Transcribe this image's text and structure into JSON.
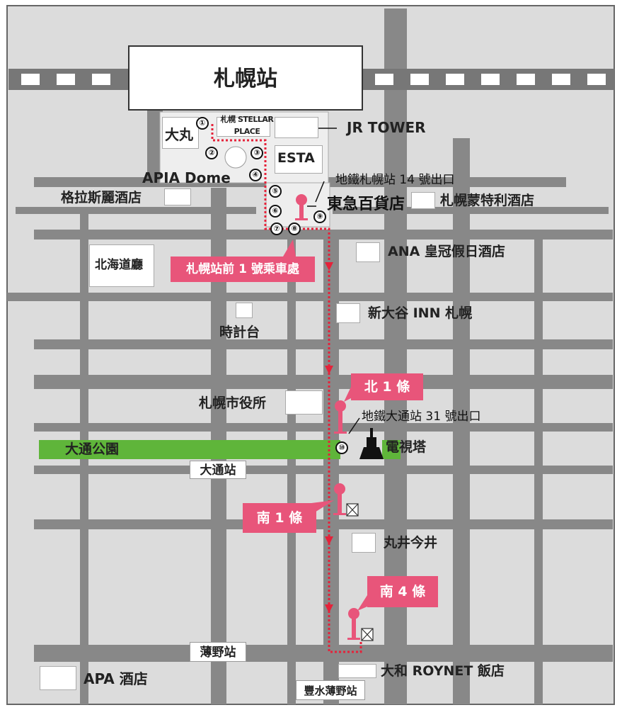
{
  "stations": {
    "sapporo": "札幌站",
    "odori": "大通站",
    "susukino": "薄野站",
    "hosui_susukino": "豐水薄野站"
  },
  "buildings": {
    "daimaru": "大丸",
    "stellar_place": "札幌 STELLAR PLACE",
    "jr_tower": "JR TOWER",
    "esta": "ESTA",
    "apia_dome": "APIA Dome",
    "tokyu": "東急百貨店",
    "granvista": "格拉斯麗酒店",
    "montrey": "札幌蒙特利酒店",
    "ana": "ANA 皇冠假日酒店",
    "hokkaido_office": "北海道廳",
    "new_otani": "新大谷 INN 札幌",
    "clock_tower": "時計台",
    "city_hall": "札幌市役所",
    "tv_tower": "電視塔",
    "odori_park": "大通公園",
    "marui": "丸井今井",
    "apa": "APA 酒店",
    "daiwa": "大和 ROYNET 飯店"
  },
  "callouts": {
    "subway_exit_14": "地鐵札幌站 14 號出口",
    "subway_exit_31": "地鐵大通站 31 號出口"
  },
  "stops": {
    "sapporo_ekimae_1": "札幌站前 1 號乘車處",
    "kita1": "北 1 條",
    "minami1": "南 1 條",
    "minami4": "南 4 條"
  },
  "exits": [
    "①",
    "②",
    "③",
    "④",
    "⑤",
    "⑥",
    "⑦",
    "⑧",
    "⑨",
    "⑩"
  ],
  "colors": {
    "road": "#888888",
    "background": "#dcdcdc",
    "park": "#5fb53a",
    "route": "#e5223a",
    "stop_pink": "#e8557a"
  }
}
